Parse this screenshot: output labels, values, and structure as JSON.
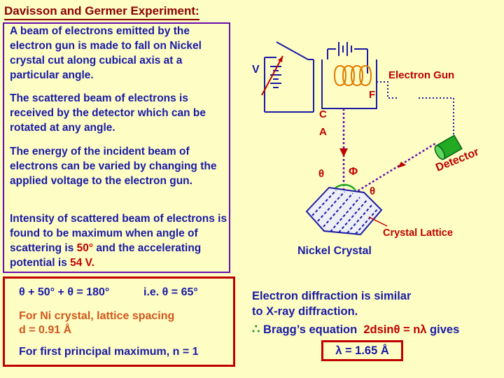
{
  "title": "Davisson and Germer Experiment:",
  "left_paragraphs": {
    "p1": "A beam of electrons emitted by the electron gun is made to fall on Nickel crystal cut along cubical axis at a particular angle.",
    "p2": "The scattered beam of electrons is received by the detector which can be rotated at any angle.",
    "p3": "The energy of the incident beam of electrons can be varied by changing the applied voltage to the electron gun.",
    "p4_pre": "Intensity of scattered beam of electrons is found to be maximum when angle of scattering is ",
    "p4_angle": "50°",
    "p4_mid": " and the accelerating potential is ",
    "p4_volt": "54 V."
  },
  "calc_box": {
    "eq1": "θ + 50° + θ = 180°",
    "eq1_ie": "i.e.  θ = 65°",
    "ni_line1": "For Ni crystal, lattice spacing",
    "ni_line2": "d = 0.91 Å",
    "principal": "For first principal maximum, n = 1"
  },
  "right_text": {
    "line1": "Electron diffraction is similar",
    "line2": "to X-ray diffraction.",
    "bullet_symbol": "∴",
    "bragg_label": "Bragg’s equation",
    "bragg_eq": "2dsinθ = nλ",
    "gives": "gives",
    "result": "λ = 1.65 Å"
  },
  "diagram": {
    "v": "V",
    "electron_gun": "Electron Gun",
    "f": "F",
    "c": "C",
    "a": "A",
    "theta": "θ",
    "phi": "Φ",
    "detector": "Detector",
    "crystal_lattice": "Crystal Lattice",
    "nickel_crystal": "Nickel Crystal"
  },
  "colors": {
    "background": "#fdfdc4",
    "title": "#8b0000",
    "text_blue": "#1a1aa6",
    "highlight_red": "#c00000",
    "frame_purple": "#6a0dad",
    "eq_orange": "#d2571e",
    "bragg_green": "#0a8f3a",
    "detector_green": "#22aa22",
    "coil_orange": "#e07a00"
  }
}
